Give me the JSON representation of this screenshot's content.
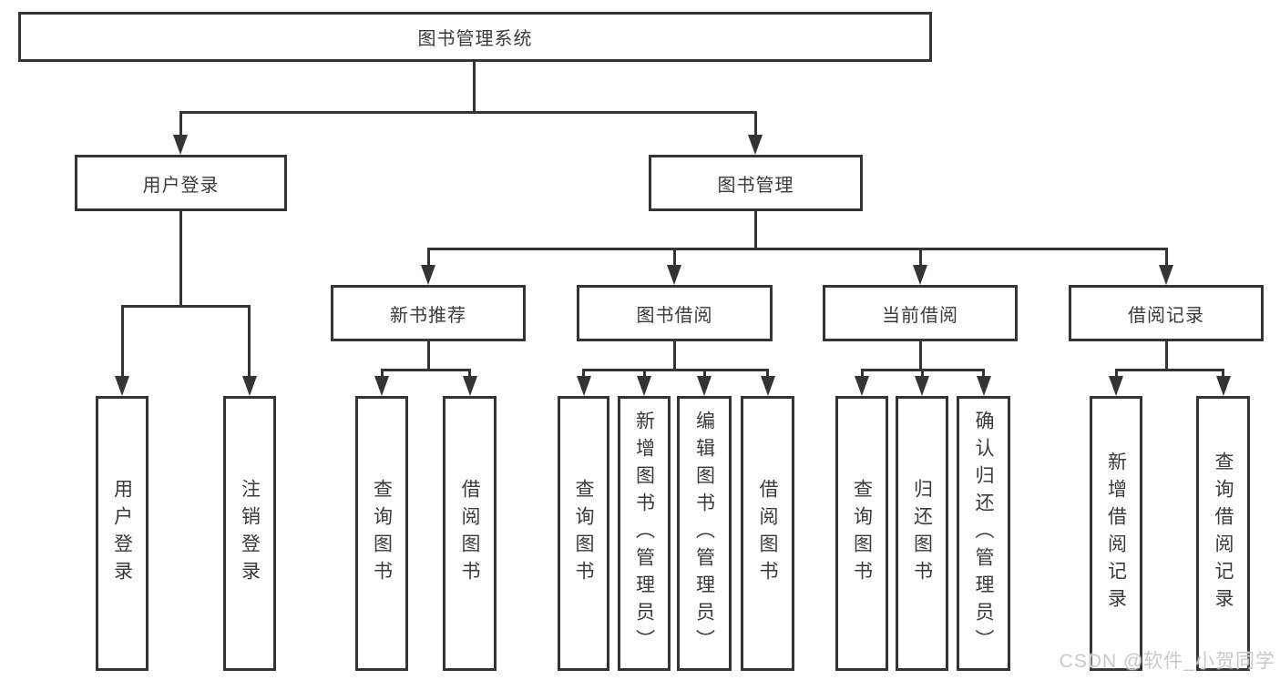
{
  "diagram": {
    "root": {
      "label": "图书管理系统"
    },
    "branches": {
      "user_login": {
        "label": "用户登录",
        "children": [
          "用户登录",
          "注销登录"
        ]
      },
      "book_management": {
        "label": "图书管理",
        "children": {
          "new_book_recommend": {
            "label": "新书推荐",
            "children": [
              "查询图书",
              "借阅图书"
            ]
          },
          "book_borrow": {
            "label": "图书借阅",
            "children": [
              "查询图书",
              "新增图书（管理员）",
              "编辑图书（管理员）",
              "借阅图书"
            ]
          },
          "current_borrow": {
            "label": "当前借阅",
            "children": [
              "查询图书",
              "归还图书",
              "确认归还（管理员）"
            ]
          },
          "borrow_records": {
            "label": "借阅记录",
            "children": [
              "新增借阅记录",
              "查询借阅记录"
            ]
          }
        }
      }
    }
  },
  "watermark": "CSDN @软件_小贺同学",
  "colors": {
    "line": "#343434",
    "text": "#3a3a3a",
    "background": "#ffffff",
    "watermark": "#c9c9c9"
  }
}
